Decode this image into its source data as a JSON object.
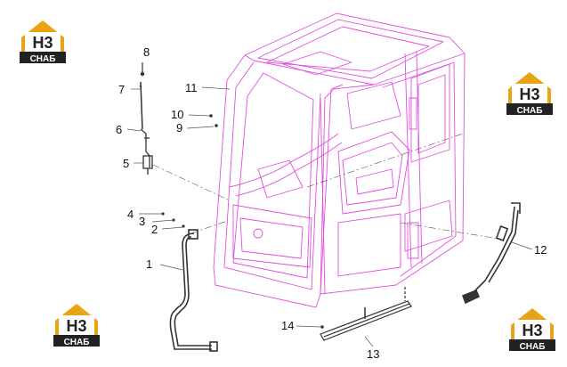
{
  "logo": {
    "mark": "H3",
    "text": "СНАБ"
  },
  "colors": {
    "cab": "#e24fe0",
    "parts": "#333333",
    "logo_gold": "#e8a317",
    "logo_dark": "#222222",
    "leader": "#555555"
  },
  "callouts": [
    "1",
    "2",
    "3",
    "4",
    "5",
    "6",
    "7",
    "8",
    "9",
    "10",
    "11",
    "12",
    "13",
    "14"
  ]
}
